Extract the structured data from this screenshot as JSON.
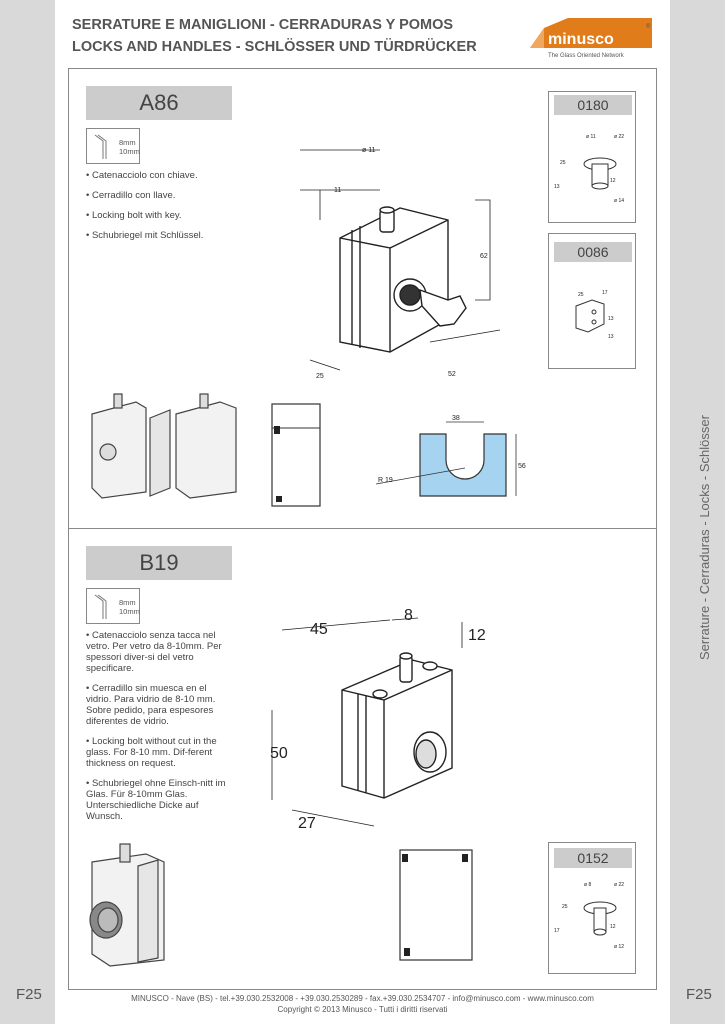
{
  "header": {
    "line1": "SERRATURE E MANIGLIONI - CERRADURAS Y POMOS",
    "line2": "LOCKS AND HANDLES - SCHLÖSSER UND TÜRDRÜCKER"
  },
  "logo": {
    "name": "minusco",
    "reg": "®",
    "tagline": "The Glass Oriented Network"
  },
  "side_label": "Serrature - Cerraduras - Locks - Schlösser",
  "page_number": "F25",
  "products": [
    {
      "code": "A86",
      "thickness": [
        "8mm",
        "10mm"
      ],
      "bullets": [
        "• Catenacciolo con chiave.",
        "• Cerradillo con llave.",
        "• Locking bolt with key.",
        "• Schubriegel mit Schlüssel."
      ],
      "dims": {
        "d11": "ø 11",
        "h11": "11",
        "h62": "62",
        "w52": "52",
        "w25": "25",
        "w38": "38",
        "h56": "56",
        "r19": "R 19"
      }
    },
    {
      "code": "B19",
      "thickness": [
        "8mm",
        "10mm"
      ],
      "bullets": [
        "• Catenacciolo senza tacca nel vetro. Per vetro da 8-10mm. Per spessori diver-si del vetro specificare.",
        "• Cerradillo sin muesca en el vidrio. Para vidrio de 8-10 mm. Sobre pedido, para espesores diferentes de vidrio.",
        "• Locking bolt without cut in the glass. For 8-10 mm. Dif-ferent thickness on request.",
        "• Schubriegel ohne Einsch-nitt im Glas. Für 8-10mm Glas. Unterschiedliche Dicke auf Wunsch."
      ],
      "dims": {
        "w45": "45",
        "w8": "8",
        "h12": "12",
        "h50": "50",
        "w27": "27"
      }
    }
  ],
  "refs": [
    {
      "code": "0180",
      "dims": [
        "ø 11",
        "ø 22",
        "25",
        "13",
        "12",
        "ø 14"
      ]
    },
    {
      "code": "0086",
      "dims": [
        "25",
        "17",
        "13",
        "13"
      ]
    },
    {
      "code": "0152",
      "dims": [
        "ø 8",
        "ø 22",
        "25",
        "17",
        "12",
        "ø 12"
      ]
    }
  ],
  "footer": {
    "line1": "MINUSCO - Nave (BS) - tel.+39.030.2532008 - +39.030.2530289 - fax.+39.030.2534707 - info@minusco.com - www.minusco.com",
    "line2": "Copyright © 2013 Minusco - Tutti i diritti riservati"
  },
  "colors": {
    "accent": "#e07c1a",
    "glass": "#a6d4f0",
    "panel_grey": "#cccccc",
    "side_grey": "#d9d9d9"
  }
}
